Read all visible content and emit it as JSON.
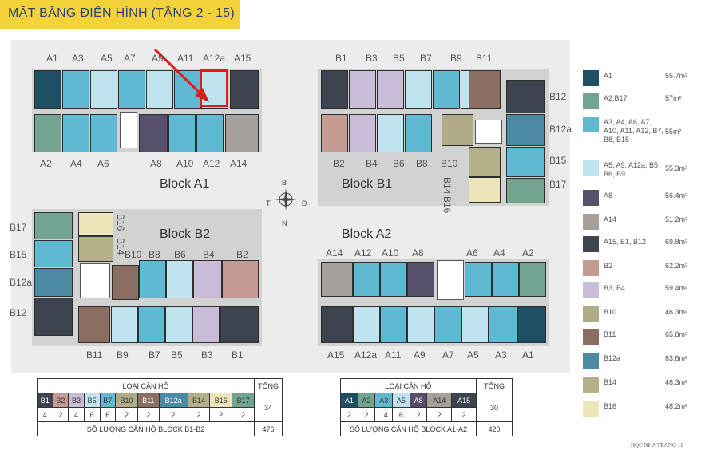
{
  "title": "MẶT BẰNG ĐIỂN HÌNH (TẦNG 2 - 15)",
  "blocks": {
    "a1": {
      "name": "Block A1",
      "top_labels": [
        "A1",
        "A3",
        "A5",
        "A7",
        "A9",
        "A11",
        "A12a",
        "A15"
      ],
      "bottom_labels": [
        "A2",
        "A4",
        "A6",
        "A8",
        "A10",
        "A12",
        "A14"
      ]
    },
    "b1": {
      "name": "Block B1",
      "top_labels": [
        "B1",
        "B3",
        "B5",
        "B7",
        "B9",
        "B11"
      ],
      "bottom_labels": [
        "B2",
        "B4",
        "B6",
        "B8",
        "B10"
      ],
      "vertical_labels": [
        "B14",
        "B16"
      ],
      "right_labels": [
        "B12",
        "B12a",
        "B15",
        "B17"
      ]
    },
    "b2": {
      "name": "Block B2",
      "left_labels": [
        "B17",
        "B15",
        "B12a",
        "B12"
      ],
      "vertical_labels": [
        "B16",
        "B14"
      ],
      "top_labels": [
        "B10",
        "B8",
        "B6",
        "B4",
        "B2"
      ],
      "bottom_labels": [
        "B11",
        "B9",
        "B7",
        "B5",
        "B3",
        "B1"
      ]
    },
    "a2": {
      "name": "Block A2",
      "top_labels": [
        "A14",
        "A12",
        "A10",
        "A8",
        "A6",
        "A4",
        "A2"
      ],
      "bottom_labels": [
        "A15",
        "A12a",
        "A11",
        "A9",
        "A7",
        "A5",
        "A3",
        "A1"
      ]
    }
  },
  "compass": {
    "n_top": "B",
    "n_bottom": "N",
    "west": "T",
    "east": "Đ"
  },
  "colors": {
    "A1": "#1e4f63",
    "A2": "#72a48f",
    "A3": "#5fb9d2",
    "A5": "#bfe4f0",
    "A8": "#574f6c",
    "A14": "#a5a09c",
    "A15": "#3d4450",
    "B2": "#c49a92",
    "B3": "#c9bcd8",
    "B10": "#b1ac88",
    "B11": "#8b6e62",
    "B12a": "#4c8aa3",
    "B14": "#b3b08a",
    "B16": "#ece5b9"
  },
  "legend": [
    {
      "name": "A1",
      "area": "55.7m²",
      "color": "#1e4f63"
    },
    {
      "name": "A2,B17",
      "area": "57m²",
      "color": "#72a48f"
    },
    {
      "name": "A3, A4, A6, A7, A10, A11, A12, B7, B8, B15",
      "area": "55m²",
      "color": "#5fb9d2"
    },
    {
      "name": "A5, A9, A12a, B5, B6, B9",
      "area": "55.3m²",
      "color": "#bfe4f0"
    },
    {
      "name": "A8",
      "area": "56.4m²",
      "color": "#574f6c"
    },
    {
      "name": "A14",
      "area": "51.2m²",
      "color": "#a5a09c"
    },
    {
      "name": "A15, B1, B12",
      "area": "69.8m²",
      "color": "#3d4450"
    },
    {
      "name": "B2",
      "area": "62.2m²",
      "color": "#c49a92"
    },
    {
      "name": "B3, B4",
      "area": "59.4m²",
      "color": "#c9bcd8"
    },
    {
      "name": "B10",
      "area": "46.3m²",
      "color": "#b1ac88"
    },
    {
      "name": "B11",
      "area": "65.8m²",
      "color": "#8b6e62"
    },
    {
      "name": "B12a",
      "area": "63.6m²",
      "color": "#4c8aa3"
    },
    {
      "name": "B14",
      "area": "46.3m²",
      "color": "#b3b08a"
    },
    {
      "name": "B16",
      "area": "48.2m²",
      "color": "#ece5b9"
    }
  ],
  "table_b": {
    "header": "LOẠI CĂN HỘ",
    "total_header": "TỔNG",
    "types": [
      "B1",
      "B2",
      "B3",
      "B5",
      "B7",
      "B10",
      "B11",
      "B12a",
      "B14",
      "B16",
      "B17"
    ],
    "colors": [
      "#3d4450",
      "#c49a92",
      "#c9bcd8",
      "#bfe4f0",
      "#5fb9d2",
      "#b1ac88",
      "#8b6e62",
      "#4c8aa3",
      "#b3b08a",
      "#ece5b9",
      "#72a48f"
    ],
    "counts": [
      "4",
      "2",
      "4",
      "6",
      "6",
      "2",
      "2",
      "2",
      "2",
      "2",
      "2"
    ],
    "total": "34",
    "footer_label": "SỐ LƯỢNG CĂN HỘ BLOCK B1-B2",
    "footer_value": "476"
  },
  "table_a": {
    "header": "LOẠI CĂN HỘ",
    "total_header": "TỔNG",
    "types": [
      "A1",
      "A2",
      "A3",
      "A5",
      "A8",
      "A14",
      "A15"
    ],
    "colors": [
      "#1e4f63",
      "#72a48f",
      "#5fb9d2",
      "#bfe4f0",
      "#574f6c",
      "#a5a09c",
      "#3d4450"
    ],
    "counts": [
      "2",
      "2",
      "14",
      "6",
      "2",
      "2",
      "2"
    ],
    "total": "30",
    "footer_label": "SỐ LƯỢNG CĂN HỘ BLOCK A1-A2",
    "footer_value": "420"
  },
  "footer": "HQC NHA TRANG   11"
}
